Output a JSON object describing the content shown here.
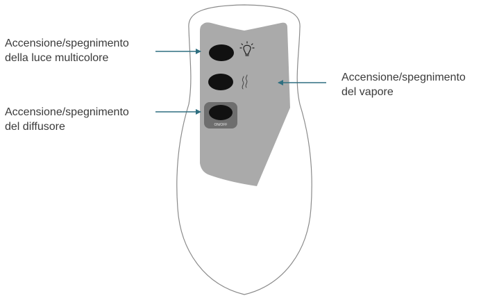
{
  "labels": {
    "light": {
      "line1": "Accensione/spegnimento",
      "line2": "della luce multicolore"
    },
    "diffuser": {
      "line1": "Accensione/spegnimento",
      "line2": "del diffusore"
    },
    "steam": {
      "line1": "Accensione/spegnimento",
      "line2": "del vapore"
    }
  },
  "remote": {
    "onoff_label": "ON/OFF"
  },
  "colors": {
    "arrow": "#2f6f80",
    "panel": "#aaaaaa",
    "body_outline": "#8a8a8a",
    "button": "#111111",
    "text": "#3a3a3a"
  },
  "icons": [
    "light-bulb-icon",
    "steam-icon"
  ]
}
